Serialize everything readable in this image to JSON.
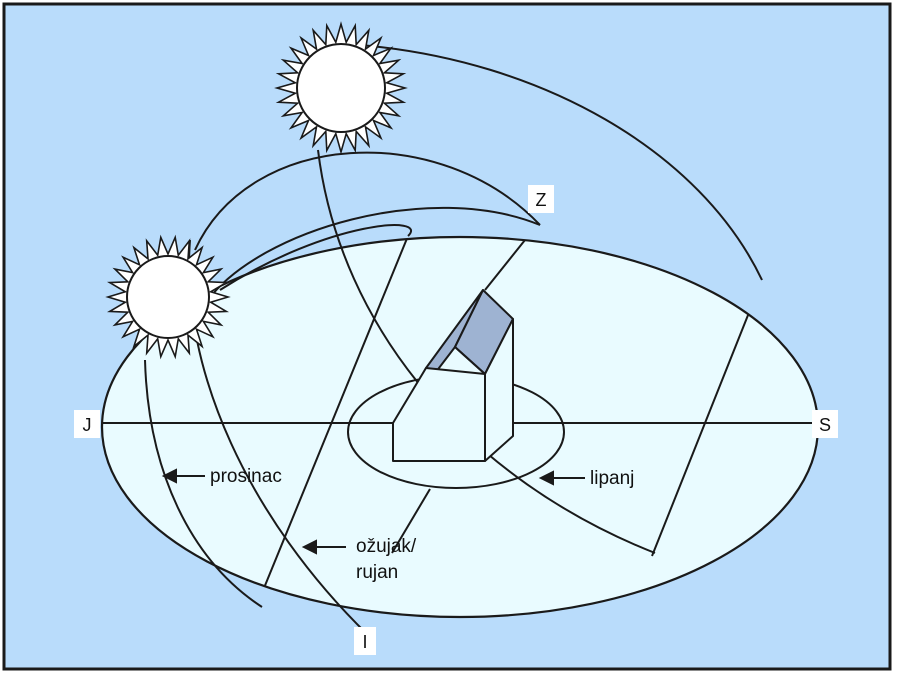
{
  "colors": {
    "sky": "#b9dcfb",
    "ground": "#e9fbff",
    "ink": "#1a1a1a",
    "roof": "#9eb3d2",
    "sun": "#ffffff",
    "label_box": "#ffffff"
  },
  "directions": {
    "south": "J",
    "north": "S",
    "west": "Z",
    "east": "I"
  },
  "paths": {
    "december": "prosinac",
    "march_september_line1": "ožujak/",
    "march_september_line2": "rujan",
    "june": "lipanj"
  },
  "icons": [
    "sun-icon",
    "house-icon",
    "arrow-icon"
  ]
}
